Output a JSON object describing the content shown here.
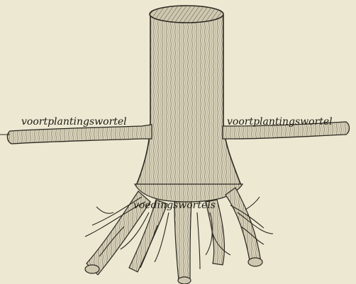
{
  "figure": {
    "labels": {
      "left_root": "voortplantingswortel",
      "right_root": "voortplantingswortel",
      "feeding_roots": "voedingswortels"
    },
    "colors": {
      "background": "#ECE8D2",
      "ink": "#1c1a14",
      "bark_fill": "#d9d3bb",
      "cut_face": "#bdb6a0"
    }
  }
}
